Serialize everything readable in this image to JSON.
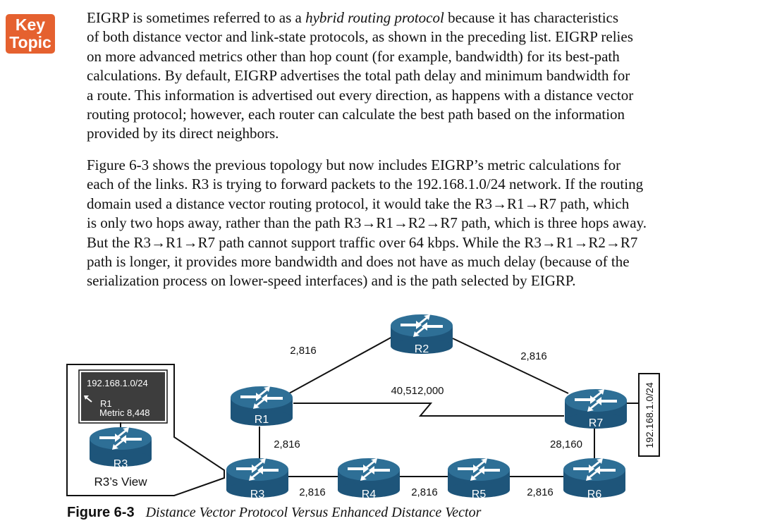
{
  "badge": {
    "line1": "Key",
    "line2": "Topic"
  },
  "paragraph1": [
    {
      "pre": "EIGRP is sometimes referred to as a ",
      "em": "hybrid routing protocol",
      "post": " because it has characteristics"
    },
    {
      "pre": "of both distance vector and link-state protocols, as shown in the preceding list. EIGRP relies"
    },
    {
      "pre": "on more advanced metrics other than hop count (for example, bandwidth) for its best-path"
    },
    {
      "pre": "calculations. By default, EIGRP advertises the total path delay and minimum bandwidth for"
    },
    {
      "pre": "a route. This information is advertised out every direction, as happens with a distance vector"
    },
    {
      "pre": "routing protocol; however, each router can calculate the best path based on the information"
    },
    {
      "pre": "provided by its direct neighbors."
    }
  ],
  "paragraph2": [
    {
      "pre": "Figure 6-3 shows the previous topology but now includes EIGRP’s metric calculations for"
    },
    {
      "pre": "each of the links. R3 is trying to forward packets to the 192.168.1.0/24 network. If the routing"
    },
    {
      "pre": "domain used a distance vector routing protocol, it would take the R3→R1→R7 path, which"
    },
    {
      "pre": "is only two hops away, rather than the path R3→R1→R2→R7 path, which is three hops away."
    },
    {
      "pre": "But the R3→R1→R7 path cannot support traffic over 64 kbps. While the R3→R1→R2→R7"
    },
    {
      "pre": "path is longer, it provides more bandwidth and does not have as much delay (because of the"
    },
    {
      "pre": "serialization process on lower-speed interfaces) and is the path selected by EIGRP."
    }
  ],
  "diagram": {
    "routers": {
      "r1": "R1",
      "r2": "R2",
      "r3": "R3",
      "r4": "R4",
      "r5": "R5",
      "r6": "R6",
      "r7": "R7",
      "r3view": "R3"
    },
    "links": {
      "r1_r2": "2,816",
      "r2_r7": "2,816",
      "r1_r7": "40,512,000",
      "r1_r3": "2,816",
      "r3_r4": "2,816",
      "r4_r5": "2,816",
      "r5_r6": "2,816",
      "r6_r7": "28,160"
    },
    "network": "192.168.1.0/24",
    "route_table": {
      "network": "192.168.1.0/24",
      "next_hop": "R1",
      "metric": "Metric 8,448"
    },
    "view_label": "R3’s View"
  },
  "caption": {
    "number": "Figure 6-3",
    "title": "Distance Vector Protocol Versus Enhanced Distance Vector"
  },
  "colors": {
    "badge": "#e5612f",
    "router_top": "#2e6f96",
    "router_body": "#1e557a",
    "route_box": "#3d3d3d"
  }
}
